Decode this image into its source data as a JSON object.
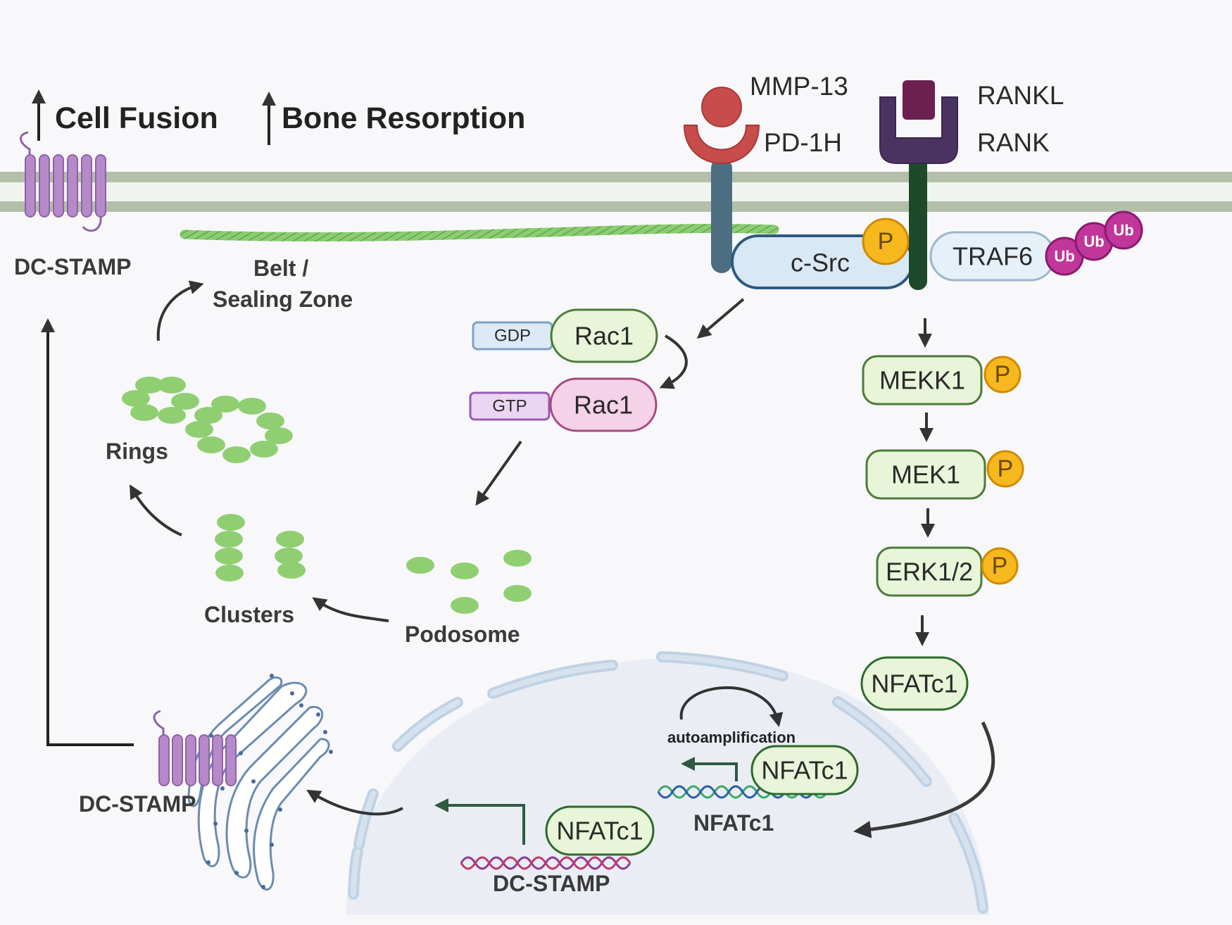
{
  "header": {
    "cell_fusion": "Cell Fusion",
    "bone_resorption": "Bone Resorption"
  },
  "labels": {
    "dc_stamp_membrane": "DC-STAMP",
    "belt_line1": "Belt /",
    "belt_line2": "Sealing Zone",
    "rings": "Rings",
    "clusters": "Clusters",
    "podosome": "Podosome",
    "dc_stamp_golgi": "DC-STAMP",
    "autoamplification": "autoamplification",
    "nfatc1_gene": "NFATc1",
    "dc_stamp_gene": "DC-STAMP"
  },
  "receptors": {
    "mmp13": "MMP-13",
    "pd1h": "PD-1H",
    "rankl": "RANKL",
    "rank": "RANK"
  },
  "nodes": {
    "csrc": "c-Src",
    "traf6": "TRAF6",
    "gdp": "GDP",
    "gtp": "GTP",
    "rac1_gdp": "Rac1",
    "rac1_gtp": "Rac1",
    "mekk1": "MEKK1",
    "mek1": "MEK1",
    "erk12": "ERK1/2",
    "nfatc1_cyto": "NFATc1",
    "nfatc1_nuc_top": "NFATc1",
    "nfatc1_nuc_bottom": "NFATc1"
  },
  "phospho_label": "P",
  "ubiquitin_label": "Ub",
  "colors": {
    "membrane": "#b4bfaa",
    "sealing_zone": "#78b860",
    "podosome_green": "#8fcf72",
    "dc_stamp_purple": "#b68ac8",
    "pd1h_red": "#c84c4c",
    "receptor_stem_blue": "#4d6e80",
    "rank_purple": "#4a3360",
    "rankl_maroon": "#6b2050",
    "rank_stem_green": "#1f4a2a",
    "csrc_fill": "#d9e8f5",
    "csrc_stroke": "#2e5a7e",
    "node_green_fill": "#e8f5d8",
    "node_green_stroke": "#4b7b3a",
    "phospho_fill": "#f6b81e",
    "ubiquitin_fill": "#c0369a",
    "rac1_gtp_fill": "#f4d2e8",
    "gtp_fill": "#ead6f2",
    "gdp_fill": "#dde9f6",
    "nucleus_fill": "#eaeef4",
    "dna_green": "#3da86a",
    "dna_purple": "#8e3a96"
  }
}
